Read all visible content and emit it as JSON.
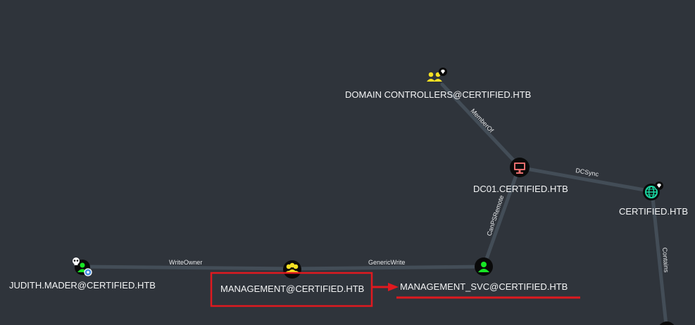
{
  "colors": {
    "background": "#2f343b",
    "edge": "#434d57",
    "label": "#f4f5f6",
    "group_icon": "#f4e023",
    "user_icon": "#17e625",
    "computer_icon": "#e86d6d",
    "domain_icon": "#19d7a2",
    "annotation": "#e0191f"
  },
  "nodes": {
    "domain_controllers": {
      "label": "DOMAIN CONTROLLERS@CERTIFIED.HTB",
      "icon": "group-icon"
    },
    "dc01": {
      "label": "DC01.CERTIFIED.HTB",
      "icon": "computer-icon"
    },
    "certified": {
      "label": "CERTIFIED.HTB",
      "icon": "domain-globe-icon"
    },
    "judith": {
      "label": "JUDITH.MADER@CERTIFIED.HTB",
      "icon": "user-icon"
    },
    "management": {
      "label": "MANAGEMENT@CERTIFIED.HTB",
      "icon": "group-icon"
    },
    "management_svc": {
      "label": "MANAGEMENT_SVC@CERTIFIED.HTB",
      "icon": "user-icon"
    }
  },
  "edges": {
    "memberof": "MemberOf",
    "dcsync": "DCSync",
    "canpsremote": "CanPSRemote",
    "writeowner": "WriteOwner",
    "genericwrite": "GenericWrite",
    "contains": "Contains"
  }
}
